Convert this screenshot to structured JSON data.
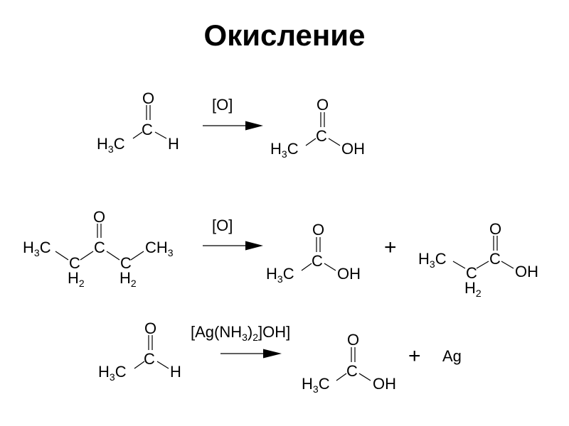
{
  "page": {
    "title": "Окисление"
  },
  "reaction_1": {
    "reagent": "[O]",
    "reactant": {
      "o": "O",
      "c": "C",
      "h3c": "H",
      "h3c_sub": "3",
      "h3c_c": "C",
      "h": "H"
    },
    "product": {
      "o": "O",
      "c": "C",
      "h3c": "H",
      "h3c_sub": "3",
      "h3c_c": "C",
      "oh": "OH"
    }
  },
  "reaction_2": {
    "reagent": "[O]",
    "reactant": {
      "o": "O",
      "c": "C",
      "h3c": "H",
      "h3c_sub": "3",
      "h3c_c": "C",
      "ch2a_c": "C",
      "ch2a_h": "H",
      "ch2a_sub": "2",
      "ch2b_c": "C",
      "ch2b_h": "H",
      "ch2b_sub": "2",
      "ch3": "CH",
      "ch3_sub": "3"
    },
    "product_1": {
      "o": "O",
      "c": "C",
      "h3c": "H",
      "h3c_sub": "3",
      "h3c_c": "C",
      "oh": "OH"
    },
    "plus": "+",
    "product_2": {
      "o": "O",
      "c": "C",
      "oh": "OH",
      "h3c": "H",
      "h3c_sub": "3",
      "h3c_c": "C",
      "ch2_c": "C",
      "ch2_h": "H",
      "ch2_sub": "2"
    }
  },
  "reaction_3": {
    "reagent": {
      "part1": "[Ag(NH",
      "sub1": "3",
      "part2": ")",
      "sub2": "2",
      "part3": "]OH]"
    },
    "reactant": {
      "o": "O",
      "c": "C",
      "h3c": "H",
      "h3c_sub": "3",
      "h3c_c": "C",
      "h": "H"
    },
    "product": {
      "o": "O",
      "c": "C",
      "h3c": "H",
      "h3c_sub": "3",
      "h3c_c": "C",
      "oh": "OH"
    },
    "plus": "+",
    "byproduct": "Ag"
  }
}
